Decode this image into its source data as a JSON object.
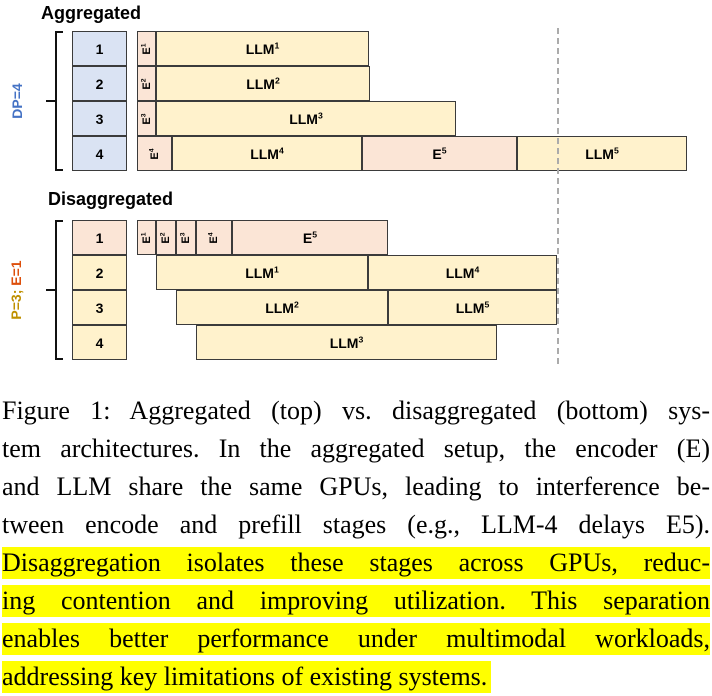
{
  "figure": {
    "aggregated": {
      "title": "Aggregated",
      "axis_label": "DP=4",
      "gpus": [
        "1",
        "2",
        "3",
        "4"
      ],
      "rows": [
        {
          "bars": [
            {
              "base": "E",
              "sup": "1",
              "kind": "encoder"
            },
            {
              "base": "LLM",
              "sup": "1",
              "kind": "llm"
            }
          ]
        },
        {
          "bars": [
            {
              "base": "E",
              "sup": "2",
              "kind": "encoder"
            },
            {
              "base": "LLM",
              "sup": "2",
              "kind": "llm"
            }
          ]
        },
        {
          "bars": [
            {
              "base": "E",
              "sup": "3",
              "kind": "encoder"
            },
            {
              "base": "LLM",
              "sup": "3",
              "kind": "llm"
            }
          ]
        },
        {
          "bars": [
            {
              "base": "E",
              "sup": "4",
              "kind": "encoder"
            },
            {
              "base": "LLM",
              "sup": "4",
              "kind": "llm"
            },
            {
              "base": "E",
              "sup": "5",
              "kind": "encoder"
            },
            {
              "base": "LLM",
              "sup": "5",
              "kind": "llm"
            }
          ]
        }
      ]
    },
    "disaggregated": {
      "title": "Disaggregated",
      "axis_label_p": "P=3;",
      "axis_label_e": "E=1",
      "gpus": [
        "1",
        "2",
        "3",
        "4"
      ],
      "rows": [
        {
          "bars": [
            {
              "base": "E",
              "sup": "1",
              "kind": "encoder"
            },
            {
              "base": "E",
              "sup": "2",
              "kind": "encoder"
            },
            {
              "base": "E",
              "sup": "3",
              "kind": "encoder"
            },
            {
              "base": "E",
              "sup": "4",
              "kind": "encoder"
            },
            {
              "base": "E",
              "sup": "5",
              "kind": "encoder"
            }
          ]
        },
        {
          "bars": [
            {
              "base": "LLM",
              "sup": "1",
              "kind": "llm"
            },
            {
              "base": "LLM",
              "sup": "4",
              "kind": "llm"
            }
          ]
        },
        {
          "bars": [
            {
              "base": "LLM",
              "sup": "2",
              "kind": "llm"
            },
            {
              "base": "LLM",
              "sup": "5",
              "kind": "llm"
            }
          ]
        },
        {
          "bars": [
            {
              "base": "LLM",
              "sup": "3",
              "kind": "llm"
            }
          ]
        }
      ]
    },
    "colors": {
      "encoder_fill": "#fbe5d6",
      "llm_fill": "#fff2cc",
      "gpu_fill_aggregated": "#dae3f3",
      "dp_label_color": "#4472c4",
      "p_label_color": "#bf9000",
      "e_label_color": "#dd4f0b",
      "box_border": "#3b3b3b",
      "dashed_line": "#ababab"
    }
  },
  "caption": {
    "highlight_color": "#ffff00",
    "lines": [
      {
        "text": "Figure 1: Aggregated (top) vs. disaggregated (bottom) sys-",
        "highlight": false
      },
      {
        "text": "tem architectures. In the aggregated setup, the encoder (E)",
        "highlight": false
      },
      {
        "text": "and LLM share the same GPUs, leading to interference be-",
        "highlight": false
      },
      {
        "text": "tween encode and prefill stages (e.g., LLM-4 delays E5).",
        "highlight": false
      },
      {
        "text": "Disaggregation isolates these stages across GPUs, reduc-",
        "highlight": true
      },
      {
        "text": "ing contention and improving utilization. This separation",
        "highlight": true
      },
      {
        "text": "enables better performance under multimodal workloads,",
        "highlight": true
      },
      {
        "text": "addressing key limitations of existing systems.",
        "highlight": true
      }
    ]
  }
}
